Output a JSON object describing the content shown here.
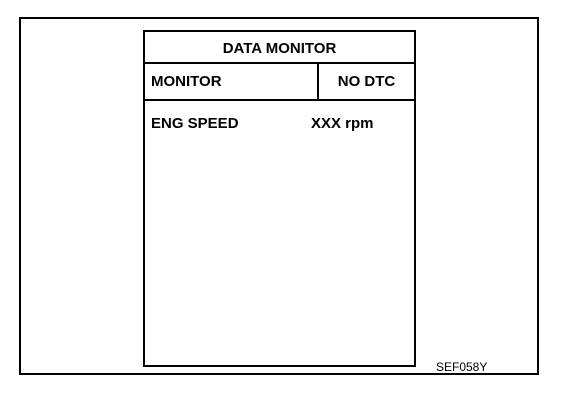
{
  "screen": {
    "title": "DATA MONITOR",
    "header": {
      "monitor_label": "MONITOR",
      "status_label": "NO DTC"
    },
    "rows": [
      {
        "label": "ENG SPEED",
        "value": "XXX rpm"
      }
    ]
  },
  "figure_code": "SEF058Y"
}
